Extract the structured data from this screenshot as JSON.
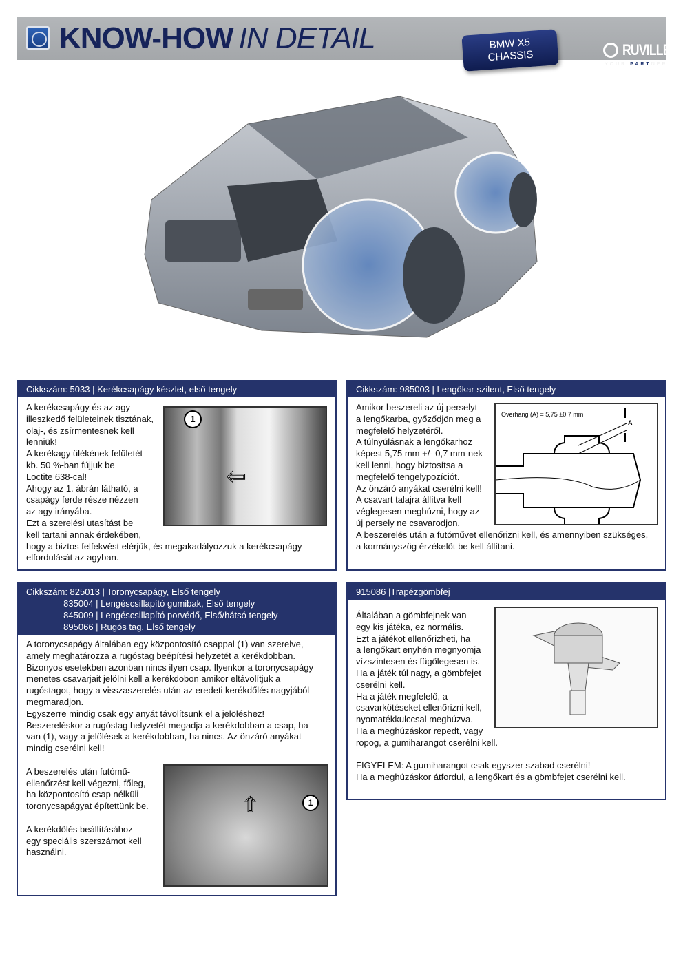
{
  "header": {
    "title_bold": "KNOW-HOW",
    "title_italic": "IN DETAIL",
    "badge_line1": "BMW X5",
    "badge_line2": "CHASSIS",
    "brand_name": "RUVILLE",
    "brand_tag_a": "YOUR ",
    "brand_tag_b": "PART",
    "brand_tag_c": "NER"
  },
  "panels": [
    {
      "heading": [
        "Cikkszám: 5033 | Kerékcsapágy készlet, első tengely"
      ],
      "lines": [
        "A kerékcsapágy és az agy",
        "illeszkedő felületeinek tisztának,",
        "olaj-, és zsírmentesnek kell",
        "lenniük!",
        "A kerékagy ülékének felületét",
        "kb. 50 %-ban fújjuk be",
        "Loctite 638-cal!",
        "Ahogy az 1. ábrán látható, a",
        "csapágy ferde része nézzen",
        "az agy irányába.",
        "Ezt a szerelési utasítást be",
        "kell tartani annak érdekében,",
        "hogy a biztos felfekvést elérjük, és megakadályozzuk a kerékcsapágy",
        "elfordulását az agyban."
      ],
      "image_label": "1"
    },
    {
      "heading": [
        "Cikkszám: 985003 | Lengőkar szilent, Első tengely"
      ],
      "lines": [
        "Amikor beszereli az új perselyt",
        "a lengőkarba, győződjön meg a",
        "megfelelő helyzetéről.",
        "A túlnyúlásnak a lengőkarhoz",
        "képest 5,75 mm +/- 0,7 mm-nek",
        "kell lenni, hogy biztosítsa a",
        "megfelelő tengelypozíciót.",
        "Az önzáró anyákat cserélni kell!",
        "A csavart talajra állítva kell",
        "véglegesen meghúzni, hogy az",
        "új persely ne csavarodjon.",
        "A beszerelés után a futóművet ellenőrizni kell, és amennyiben szükséges,",
        "a kormányszög érzékelőt be kell állítani."
      ],
      "diagram_label": "Overhang (A) = 5,75  ±0,7 mm",
      "diagram_marker": "A"
    },
    {
      "heading": [
        "Cikkszám: 825013 | Toronycsapágy, Első tengely",
        "               835004 | Lengéscsillapító gumibak, Első tengely",
        "               845009 | Lengéscsillapító porvédő, Első/hátsó tengely",
        "               895066 | Rugós tag, Első tengely"
      ],
      "lines": [
        "A toronycsapágy általában egy központosító csappal (1) van szerelve,",
        "amely meghatározza a rugóstag beépítési helyzetét a kerékdobban.",
        "Bizonyos esetekben azonban nincs ilyen csap. Ilyenkor a toronycsapágy",
        "menetes csavarjait jelölni kell a kerékdobon amikor eltávolítjuk a",
        "rugóstagot, hogy a visszaszerelés után az eredeti kerékdőlés nagyjából",
        "megmaradjon.",
        "Egyszerre mindig csak egy anyát távolítsunk el a jelöléshez!",
        "Beszereléskor a rugóstag helyzetét megadja a kerékdobban a csap, ha",
        "van (1), vagy a jelölések a kerékdobban, ha nincs. Az önzáró anyákat",
        "mindig cserélni kell!",
        "",
        "A beszerelés után futómű-",
        "ellenőrzést kell végezni, főleg,",
        "ha központosító csap nélküli",
        "toronycsapágyat építettünk be.",
        "",
        "A kerékdőlés beállításához",
        "egy speciális szerszámot kell",
        "használni."
      ],
      "image_label": "1"
    },
    {
      "heading": [
        "915086 |Trapézgömbfej"
      ],
      "lines": [
        "Általában a gömbfejnek van",
        "egy kis játéka, ez normális.",
        "Ezt a játékot ellenőrizheti, ha",
        "a lengőkart enyhén megnyomja",
        "vízszintesen és fügőlegesen is.",
        "Ha a játék túl nagy, a gömbfejet",
        "cserélni kell.",
        "Ha a játék megfelelő, a",
        "csavarkötéseket ellenőrizni kell,",
        "nyomatékkulccsal meghúzva.",
        "Ha a meghúzáskor repedt, vagy",
        "ropog, a gumiharangot cserélni kell.",
        "",
        "FIGYELEM: A gumiharangot csak egyszer szabad cserélni!",
        "Ha a meghúzáskor átfordul, a lengőkart és a gömbfejet cserélni kell."
      ]
    }
  ]
}
